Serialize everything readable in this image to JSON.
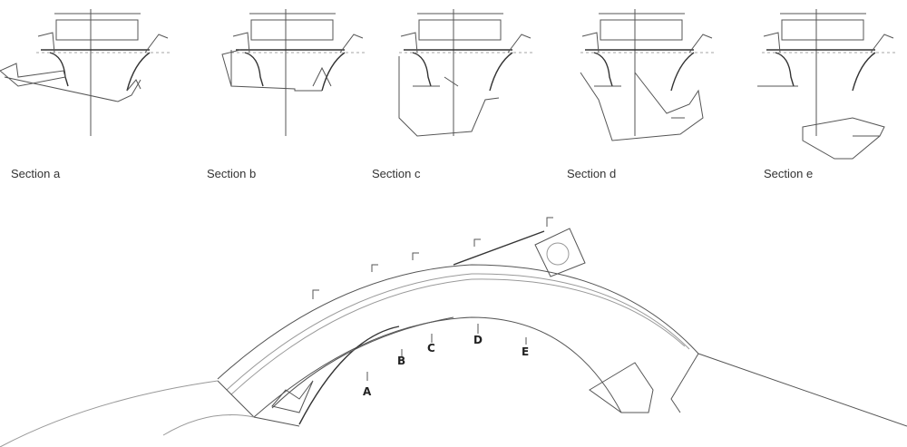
{
  "sections": [
    {
      "caption": "Section a"
    },
    {
      "caption": "Section b"
    },
    {
      "caption": "Section c"
    },
    {
      "caption": "Section d"
    },
    {
      "caption": "Section e"
    }
  ],
  "plan": {
    "markers": [
      "A",
      "B",
      "C",
      "D",
      "E"
    ]
  }
}
